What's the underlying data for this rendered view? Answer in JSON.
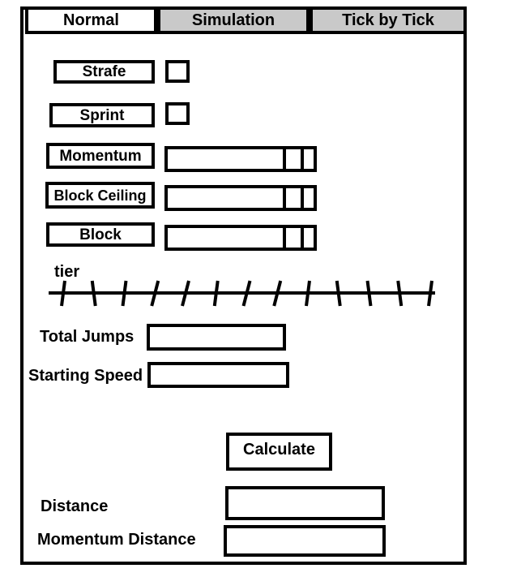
{
  "tabs": [
    {
      "label": "Normal",
      "active": true
    },
    {
      "label": "Simulation",
      "active": false
    },
    {
      "label": "Tick by Tick",
      "active": false
    }
  ],
  "toggles": [
    {
      "label": "Strafe",
      "checked": false
    },
    {
      "label": "Sprint",
      "checked": false
    }
  ],
  "sliders": [
    {
      "label": "Momentum",
      "value": 0.92
    },
    {
      "label": "Block Ceiling",
      "value": 0.92
    },
    {
      "label": "Block",
      "value": 0.92
    }
  ],
  "tier": {
    "label": "tier",
    "tick_count": 13
  },
  "inputs": {
    "total_jumps": {
      "label": "Total Jumps",
      "value": ""
    },
    "starting_speed": {
      "label": "Starting Speed",
      "value": ""
    }
  },
  "calculate_label": "Calculate",
  "outputs": {
    "distance": {
      "label": "Distance",
      "value": ""
    },
    "momentum_distance": {
      "label": "Momentum Distance",
      "value": ""
    }
  },
  "colors": {
    "border": "#000000",
    "inactive_tab": "#c9c9c9",
    "background": "#ffffff"
  }
}
